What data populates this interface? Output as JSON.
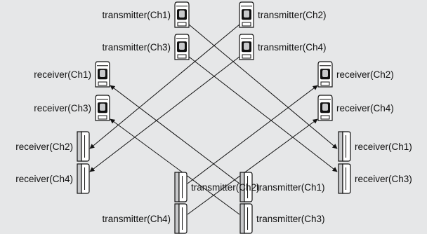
{
  "colors": {
    "background": "#e6e7e8",
    "line": "#111111",
    "device_fill": "#ffffff",
    "device_shade": "#c8c9cb"
  },
  "devices": [
    {
      "id": "d1",
      "label": "transmitter(Ch1)",
      "kind": "tall",
      "label_side": "left"
    },
    {
      "id": "d2",
      "label": "transmitter(Ch2)",
      "kind": "tall",
      "label_side": "right"
    },
    {
      "id": "d3",
      "label": "transmitter(Ch3)",
      "kind": "tall",
      "label_side": "left"
    },
    {
      "id": "d4",
      "label": "transmitter(Ch4)",
      "kind": "tall",
      "label_side": "right"
    },
    {
      "id": "d5",
      "label": "receiver(Ch1)",
      "kind": "tall",
      "label_side": "left"
    },
    {
      "id": "d6",
      "label": "receiver(Ch2)",
      "kind": "tall",
      "label_side": "right"
    },
    {
      "id": "d7",
      "label": "receiver(Ch3)",
      "kind": "tall",
      "label_side": "left"
    },
    {
      "id": "d8",
      "label": "receiver(Ch4)",
      "kind": "tall",
      "label_side": "right"
    },
    {
      "id": "d9",
      "label": "receiver(Ch2)",
      "kind": "slim",
      "label_side": "left"
    },
    {
      "id": "d10",
      "label": "receiver(Ch1)",
      "kind": "slim",
      "label_side": "right"
    },
    {
      "id": "d11",
      "label": "receiver(Ch4)",
      "kind": "slim",
      "label_side": "left"
    },
    {
      "id": "d12",
      "label": "receiver(Ch3)",
      "kind": "slim",
      "label_side": "right"
    },
    {
      "id": "d13",
      "label": "transmitter(Ch2)",
      "kind": "slim",
      "label_side": "right"
    },
    {
      "id": "d14",
      "label": "transmitter(Ch1)",
      "kind": "slim",
      "label_side": "right"
    },
    {
      "id": "d15",
      "label": "transmitter(Ch4)",
      "kind": "slim",
      "label_side": "left"
    },
    {
      "id": "d16",
      "label": "transmitter(Ch3)",
      "kind": "slim",
      "label_side": "right"
    }
  ],
  "beams": [
    {
      "from": "d1",
      "to": "d10"
    },
    {
      "from": "d3",
      "to": "d12"
    },
    {
      "from": "d2",
      "to": "d9"
    },
    {
      "from": "d4",
      "to": "d11"
    },
    {
      "from": "d14",
      "to": "d5"
    },
    {
      "from": "d16",
      "to": "d7"
    },
    {
      "from": "d13",
      "to": "d6"
    },
    {
      "from": "d15",
      "to": "d8"
    }
  ]
}
